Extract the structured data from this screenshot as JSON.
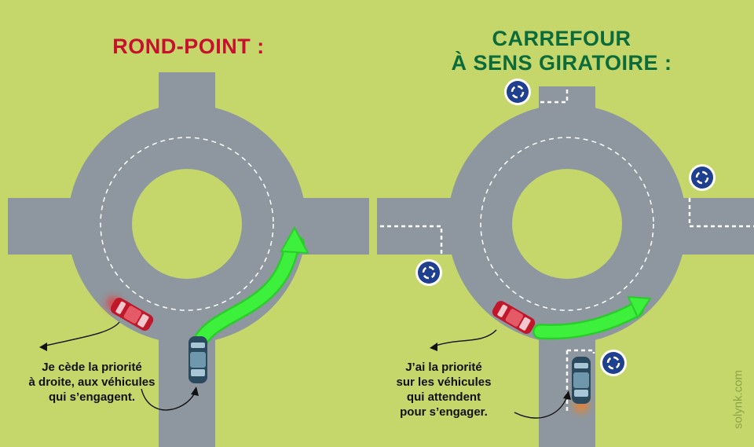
{
  "colors": {
    "background": "#c5d66a",
    "road": "#8e979f",
    "road_edge": "#7b848c",
    "grass_island": "#c5d66a",
    "title_left": "#c8102e",
    "title_right": "#0b6b3a",
    "arrow": "#3cf03c",
    "car_red": "#c0182a",
    "car_blue": "#2b4a5e",
    "sign_blue": "#1f3f8f"
  },
  "left_panel": {
    "title": "ROND-POINT :",
    "caption_lines": [
      "Je cède la priorité",
      "à droite, aux véhicules",
      "qui s’engagent."
    ]
  },
  "right_panel": {
    "title_line1": "CARREFOUR",
    "title_line2": "À SENS GIRATOIRE :",
    "caption_lines": [
      "J’ai la priorité",
      "sur les véhicules",
      "qui attendent",
      "pour s’engager."
    ]
  },
  "icons": {
    "roundabout_sign": "roundabout-sign-icon",
    "arrow": "green-arrow-icon"
  },
  "watermark": "solynk.com"
}
